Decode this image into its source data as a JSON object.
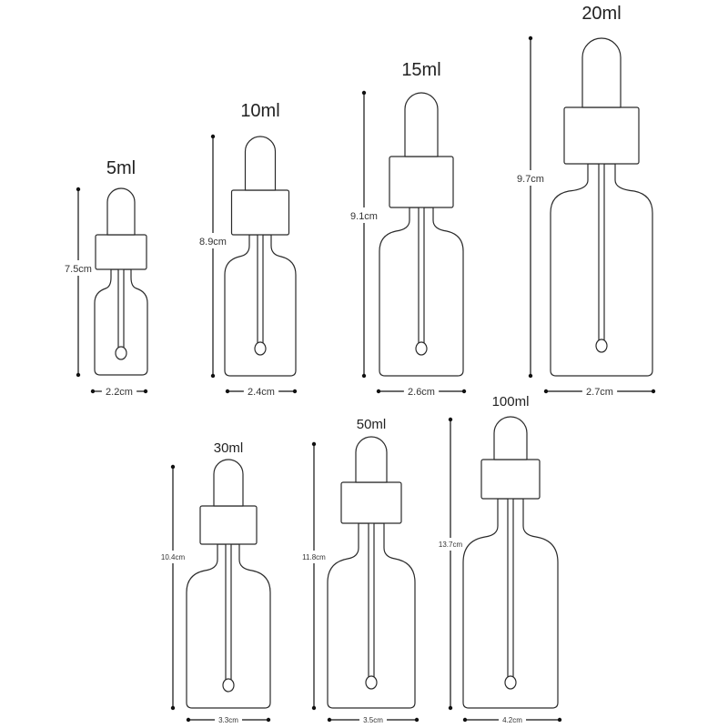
{
  "bottles": [
    {
      "capacity": "5ml",
      "height_label": "7.5cm",
      "width_label": "2.2cm"
    },
    {
      "capacity": "10ml",
      "height_label": "8.9cm",
      "width_label": "2.4cm"
    },
    {
      "capacity": "15ml",
      "height_label": "9.1cm",
      "width_label": "2.6cm"
    },
    {
      "capacity": "20ml",
      "height_label": "9.7cm",
      "width_label": "2.7cm"
    },
    {
      "capacity": "30ml",
      "height_label": "10.4cm",
      "width_label": "3.3cm"
    },
    {
      "capacity": "50ml",
      "height_label": "11.8cm",
      "width_label": "3.5cm"
    },
    {
      "capacity": "100ml",
      "height_label": "13.7cm",
      "width_label": "4.2cm"
    }
  ]
}
